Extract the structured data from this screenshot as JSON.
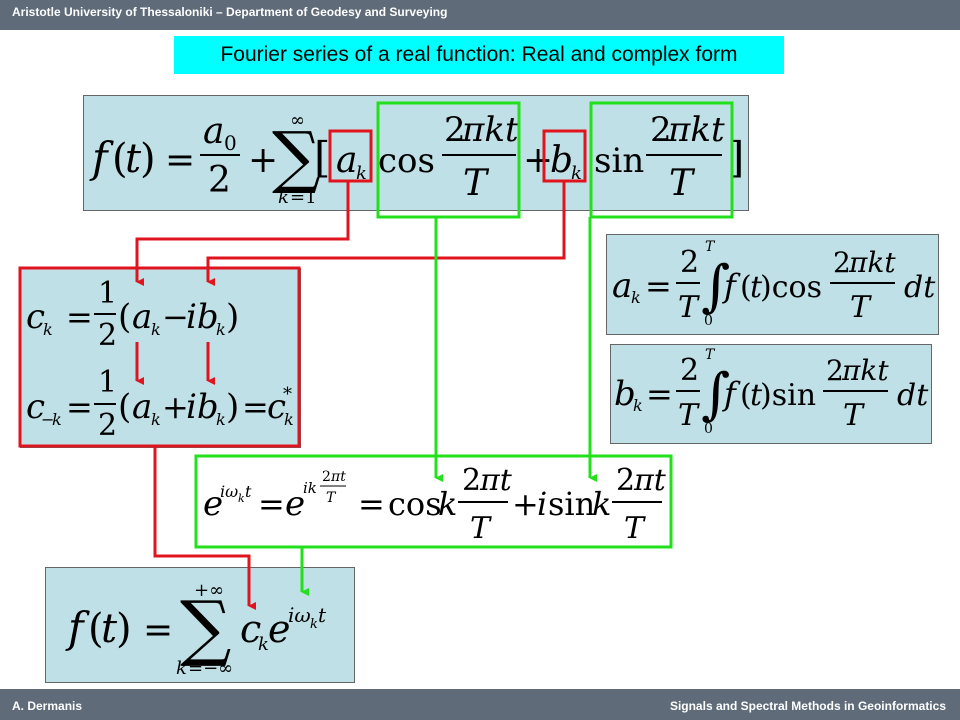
{
  "header": {
    "institution": "Aristotle University of Thessaloniki – Department of Geodesy and Surveying"
  },
  "title": "Fourier series of a real function: Real and complex form",
  "footer": {
    "author": "A. Dermanis",
    "course": "Signals and Spectral Methods in Geoinformatics"
  },
  "formulas": {
    "main": "f(t) = a0/2 + Σ_{k=1}^{∞} [ a_k cos(2πkt/T) + b_k sin(2πkt/T) ]",
    "ak": "a_k = 2/T ∫_0^T f(t) cos(2πkt/T) dt",
    "bk": "b_k = 2/T ∫_0^T f(t) sin(2πkt/T) dt",
    "ck": "c_k = 1/2 (a_k − i b_k)",
    "cmk": "c_{−k} = 1/2 (a_k + i b_k) = c_k*",
    "euler": "e^{iω_k t} = e^{ik 2πt/T} = cos k 2πt/T + i sin k 2πt/T",
    "complex": "f(t) = Σ_{k=−∞}^{+∞} c_k e^{iω_k t}"
  },
  "colors": {
    "highlight_red": "#e0141e",
    "highlight_green": "#22e01c",
    "box_fill": "#bfe0e6",
    "title_fill": "#00ffff",
    "bar": "#5f6b78"
  }
}
